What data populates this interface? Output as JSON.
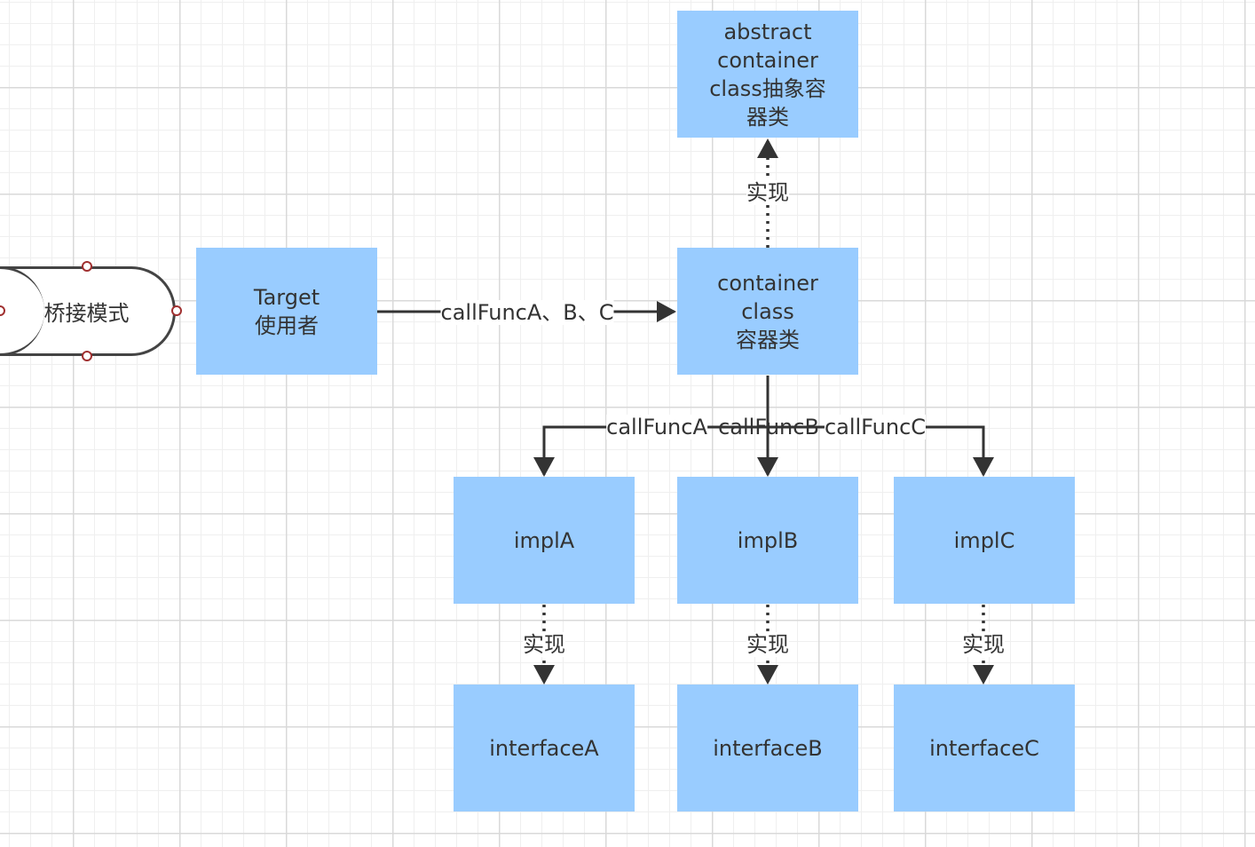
{
  "diagram": {
    "terminal": {
      "label": "桥接模式"
    },
    "nodes": {
      "target": [
        "Target",
        "使用者"
      ],
      "abstract": [
        "abstract",
        "container",
        "class抽象容",
        "器类"
      ],
      "container": [
        "container",
        "class",
        "容器类"
      ],
      "implA": [
        "implA"
      ],
      "implB": [
        "implB"
      ],
      "implC": [
        "implC"
      ],
      "interfaceA": [
        "interfaceA"
      ],
      "interfaceB": [
        "interfaceB"
      ],
      "interfaceC": [
        "interfaceC"
      ]
    },
    "edges": {
      "target_to_container": "callFuncA、B、C",
      "container_to_abstract": "实现",
      "container_to_implA": "callFuncA",
      "container_to_implB": "callFuncB",
      "container_to_implC": "callFuncC",
      "implA_to_interfaceA": "实现",
      "implB_to_interfaceB": "实现",
      "implC_to_interfaceC": "实现"
    },
    "colors": {
      "node_fill": "#99ccff",
      "line": "#333333",
      "port": "#a03030"
    }
  }
}
